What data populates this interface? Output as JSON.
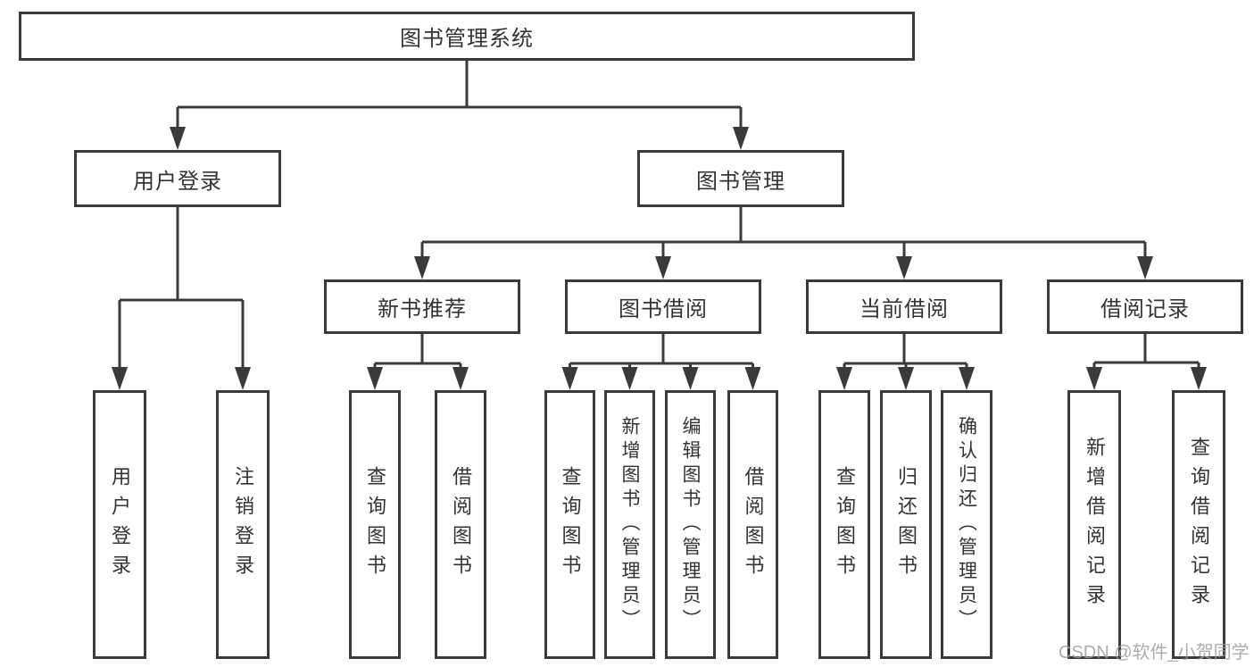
{
  "diagram": {
    "root": "图书管理系统",
    "level2": {
      "user_login": "用户登录",
      "book_mgmt": "图书管理"
    },
    "level3": {
      "new_books": "新书推荐",
      "borrowing": "图书借阅",
      "current": "当前借阅",
      "records": "借阅记录"
    },
    "leaves": {
      "user_login": [
        "用户登录",
        "注销登录"
      ],
      "new_books": [
        "查询图书",
        "借阅图书"
      ],
      "borrowing": [
        "查询图书",
        "新增图书（管理员）",
        "编辑图书（管理员）",
        "借阅图书"
      ],
      "current": [
        "查询图书",
        "归还图书",
        "确认归还（管理员）"
      ],
      "records": [
        "新增借阅记录",
        "查询借阅记录"
      ]
    }
  },
  "watermark": {
    "text": "CSDN @软件_小贺同学"
  },
  "colors": {
    "line": "#3a3a3a",
    "text": "#333333",
    "background": "#ffffff",
    "watermark": "#9e9e9e"
  }
}
